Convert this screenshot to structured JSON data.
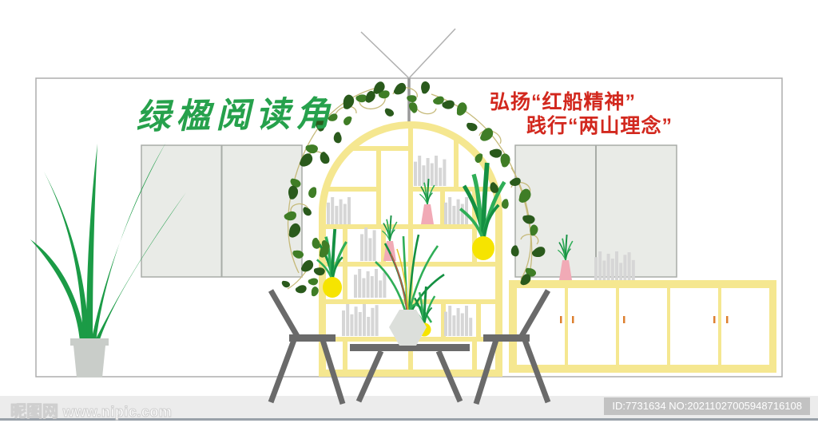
{
  "header": {
    "title": "绿楹阅读角"
  },
  "slogan": {
    "line1": "弘扬“红船精神”",
    "line2": "践行“两山理念”"
  },
  "watermark": {
    "site_name": "昵图网",
    "site_url": "www.nipic.com",
    "image_id": "ID:7731634 NO:20211027005948716108"
  },
  "colors": {
    "title_green": "#26a14c",
    "slogan_red": "#d2281e",
    "shelf_yellow": "#f5e790",
    "pot_yellow": "#f6e400",
    "pot_pink": "#f1aab6",
    "handle_orange": "#dd8030",
    "leaf_dark_green": "#2a5a1c",
    "grass_green": "#149042",
    "furniture_gray": "#6a6a6a",
    "book_gray": "#d6d6d6",
    "window_gray": "#e9ebe7",
    "wall_border_gray": "#adadad",
    "watermark_bg": "#ececec",
    "watermark_id_bg": "#c2c2c2",
    "watermark_line": "#99a1a9"
  }
}
